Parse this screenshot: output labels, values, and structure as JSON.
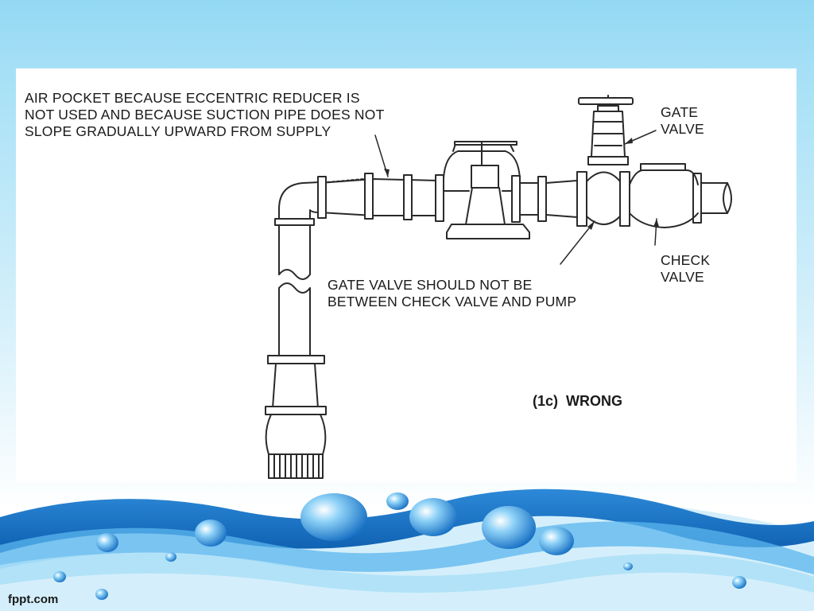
{
  "labels": {
    "air_pocket": [
      "AIR POCKET BECAUSE ECCENTRIC REDUCER IS",
      "NOT USED AND BECAUSE SUCTION PIPE DOES NOT",
      "SLOPE GRADUALLY UPWARD FROM SUPPLY"
    ],
    "gate_valve": [
      "GATE",
      "VALVE"
    ],
    "check_valve": [
      "CHECK",
      "VALVE"
    ],
    "gate_valve_position": [
      "GATE VALVE SHOULD NOT BE",
      "BETWEEN CHECK VALVE AND PUMP"
    ]
  },
  "caption": {
    "number": "(1c)",
    "verdict": "WRONG"
  },
  "footer": {
    "brand": "fppt.com"
  },
  "colors": {
    "line": "#2a2a2a",
    "panel": "#ffffff",
    "wave_dark": "#1a73c2",
    "wave_light": "#9dd9f5"
  }
}
